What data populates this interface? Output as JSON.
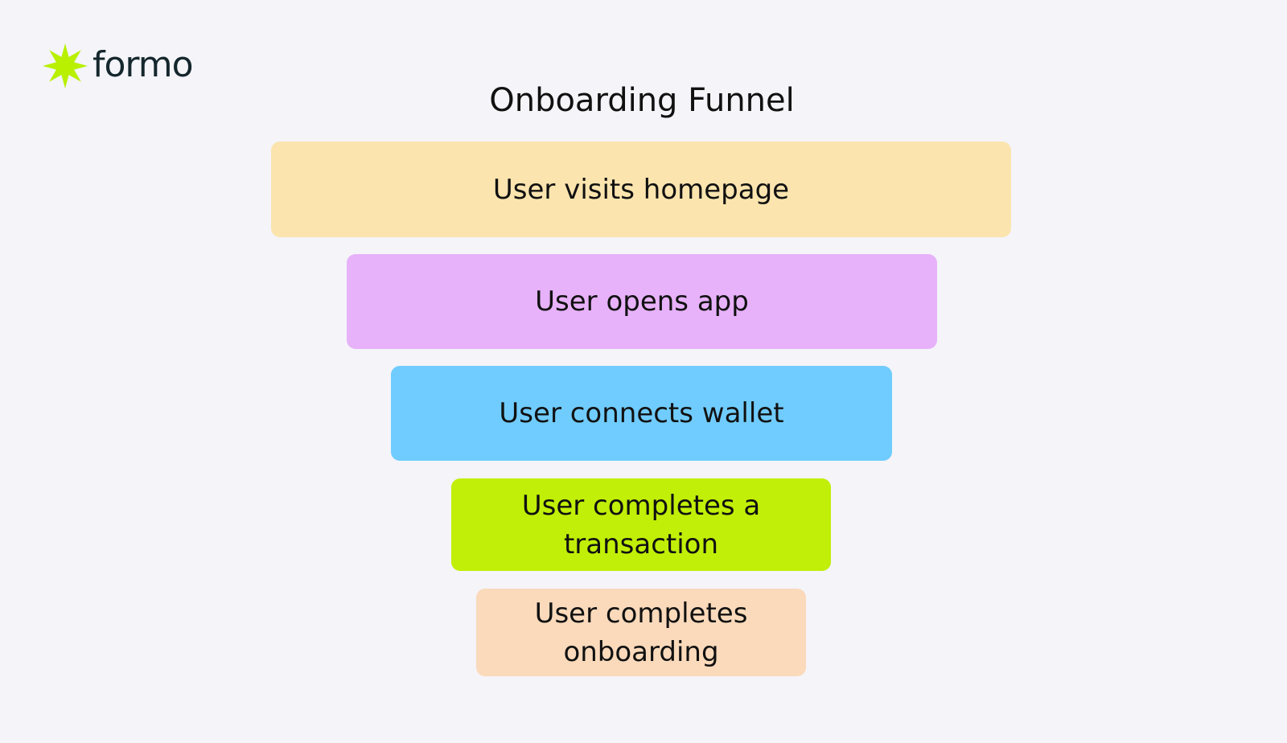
{
  "logo": {
    "text": "formo",
    "icon": "star-burst-icon",
    "icon_color": "#b8f000"
  },
  "title": "Onboarding Funnel",
  "stages": [
    {
      "label": "User visits homepage",
      "color": "#fbe4ae"
    },
    {
      "label": "User opens app",
      "color": "#e7b2fa"
    },
    {
      "label": "User connects wallet",
      "color": "#70ccfe"
    },
    {
      "label": "User completes a transaction",
      "color": "#c1ef07"
    },
    {
      "label": "User completes onboarding",
      "color": "#fadabb"
    }
  ]
}
